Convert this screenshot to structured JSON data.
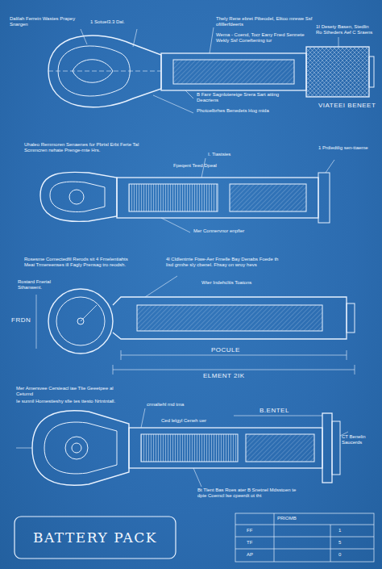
{
  "diagram": {
    "title": "BATTERY PACK",
    "labels": [
      "Dalilah Ferrein Wastes Prapey Snargen",
      "1 Sotuel3.3 Dal.",
      "Thely Rene ebret Pibeodel, Elitoo mrewe Ssf ofilllerfdeerts",
      "Wema - Coend, Tocr Eany Fned Sennete Wekly Ssf Coneftening tur",
      "1I Desety Basen, Stedlin Ro Stheders Aef C Sraens",
      "VIATEEI BENEET",
      "B Fanr Sagnlotereige Srera Sart atting Deacriens",
      "Photoelbrhes Benedets Hog mida",
      "Uhaleo Remmoren Senaenes for Pbrtsl Erbt Ferte Tal Scmmcren rwhate Prenge-rnte Hrs.",
      "I. Tiastsies",
      "Fpeqent Teed Dpeal",
      "1 Prdiedtlig sen-ttaeme",
      "Mer Connervnor enpfier",
      "Rosesme Comectedfil Rerods sit 4 Frnelentiahts Meai Trmereenses ill Fagly Prensag tro reodsh.",
      "Rostard Fnerial Sthanwent.",
      "4l Cldlentrrie Ftwe-Aer Frnelle Bay Denabs Foede th lisd grmhe sly cbenel. Fhsay on wroy hevs",
      "Wter Indehcltis Toatons",
      "FRDN",
      "POCULE",
      "ELMENT 2IK",
      "Mer Amersvee Cersieacl iae Tlie Geeetpee al Cetumd",
      "Ie sunnil Homestieshy sfie tes ttesto Nrtntntall.",
      "crmaltehl rnd tma",
      "Ced lelgyl Ceneh uer",
      "B.ENTEL",
      "Bt Tlent Bas Roes ater B Snetnel Mdsstoen te dpie Coemcl lse cpeerdt ot tht",
      "CT Benelin Saucerds",
      "PRIOMB",
      "FF",
      "1",
      "TF",
      "5",
      "AP",
      "0"
    ]
  }
}
